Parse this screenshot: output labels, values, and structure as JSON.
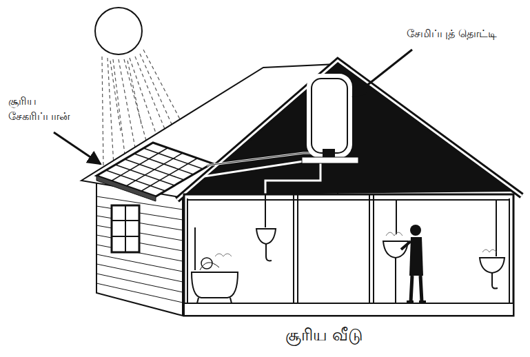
{
  "diagram": {
    "caption": "சூரிய வீடு",
    "labels": [
      "சூரிய சேகரிப்பான்",
      "சேமிப்புத் தொட்டி"
    ]
  }
}
